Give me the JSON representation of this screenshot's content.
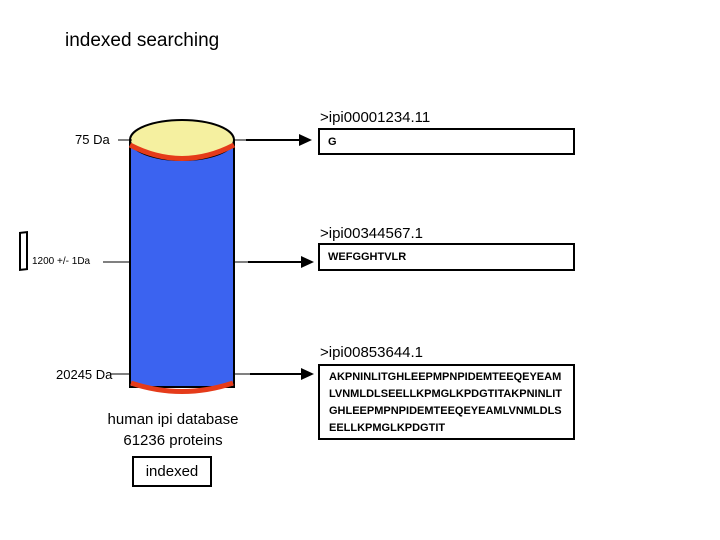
{
  "title": "indexed searching",
  "cylinder": {
    "top_color": "#f5f0a0",
    "body_color": "#3b63f0",
    "top_rim_color": "#e53b1a",
    "bottom_rim_color": "#e53b1a",
    "mass_top": "75 Da",
    "mass_query": "1200 +/- 1Da",
    "mass_bottom": "20245 Da"
  },
  "database": {
    "line1": "human ipi database",
    "line2": "61236 proteins",
    "status": "indexed"
  },
  "entries": [
    {
      "id": ">ipi00001234.11",
      "sequence": "G"
    },
    {
      "id": ">ipi00344567.1",
      "sequence": "WEFGGHTVLR"
    },
    {
      "id": ">ipi00853644.1",
      "sequence": "AKPNINLITGHLEEPMPNPIDEMTEEQEYEAMLVNMLDLSEELLKPMGLKPDGTITAKPNINLITGHLEEPMPNPIDEMTEEQEYEAMLVNMLDLSEELLKPMGLKPDGTIT"
    }
  ]
}
